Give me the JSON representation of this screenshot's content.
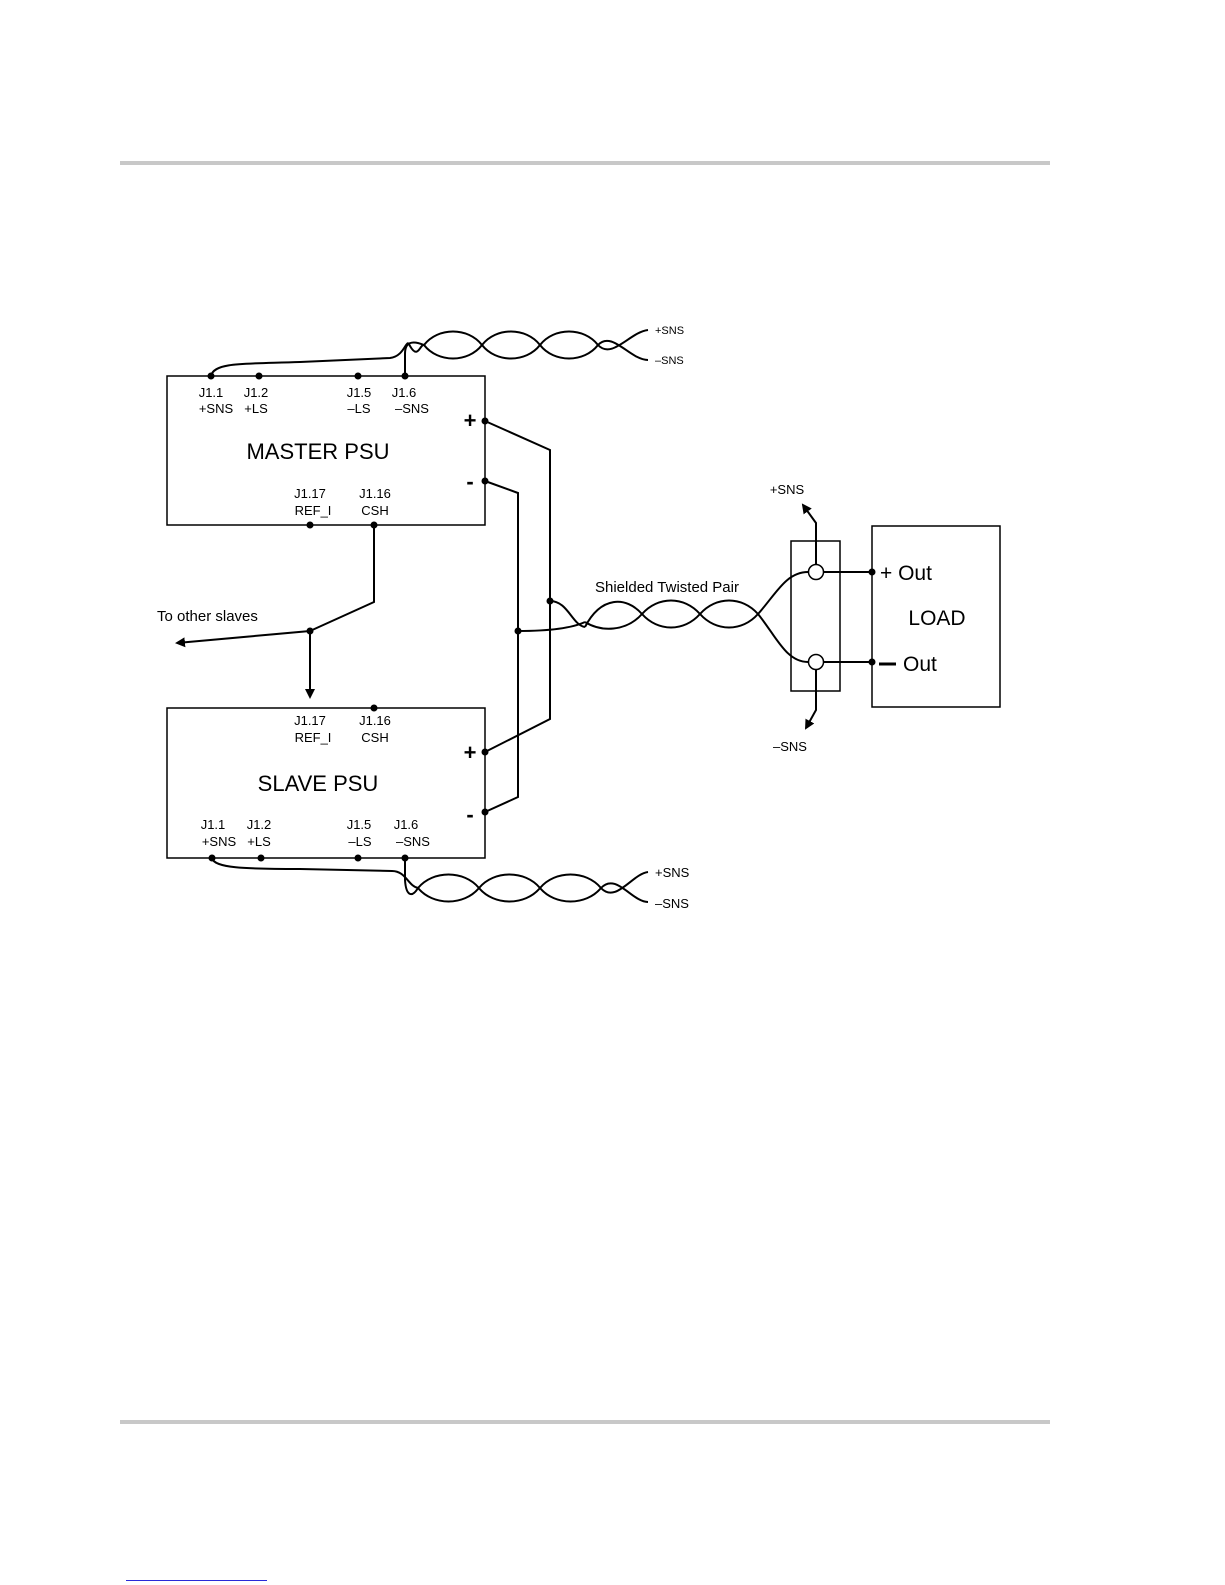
{
  "master": {
    "title": "MASTER PSU",
    "pins_top": [
      {
        "num": "J1.1",
        "name": "+SNS"
      },
      {
        "num": "J1.2",
        "name": "+LS"
      },
      {
        "num": "J1.5",
        "name": "–LS"
      },
      {
        "num": "J1.6",
        "name": "–SNS"
      }
    ],
    "pins_bottom": [
      {
        "num": "J1.17",
        "name": "REF_I"
      },
      {
        "num": "J1.16",
        "name": "CSH"
      }
    ],
    "plus": "+",
    "minus": "-"
  },
  "slave": {
    "title": "SLAVE PSU",
    "pins_top": [
      {
        "num": "J1.17",
        "name": "REF_I"
      },
      {
        "num": "J1.16",
        "name": "CSH"
      }
    ],
    "pins_bottom": [
      {
        "num": "J1.1",
        "name": "+SNS"
      },
      {
        "num": "J1.2",
        "name": "+LS"
      },
      {
        "num": "J1.5",
        "name": "–LS"
      },
      {
        "num": "J1.6",
        "name": "–SNS"
      }
    ],
    "plus": "+",
    "minus": "-"
  },
  "master_sense": {
    "plus": "+SNS",
    "minus": "–SNS"
  },
  "slave_sense": {
    "plus": "+SNS",
    "minus": "–SNS"
  },
  "load": {
    "title": "LOAD",
    "out_plus": "+ Out",
    "out_minus": "Out",
    "sns_plus": "+SNS",
    "sns_minus": "–SNS"
  },
  "other_slaves": "To other slaves",
  "cable": "Shielded Twisted Pair"
}
